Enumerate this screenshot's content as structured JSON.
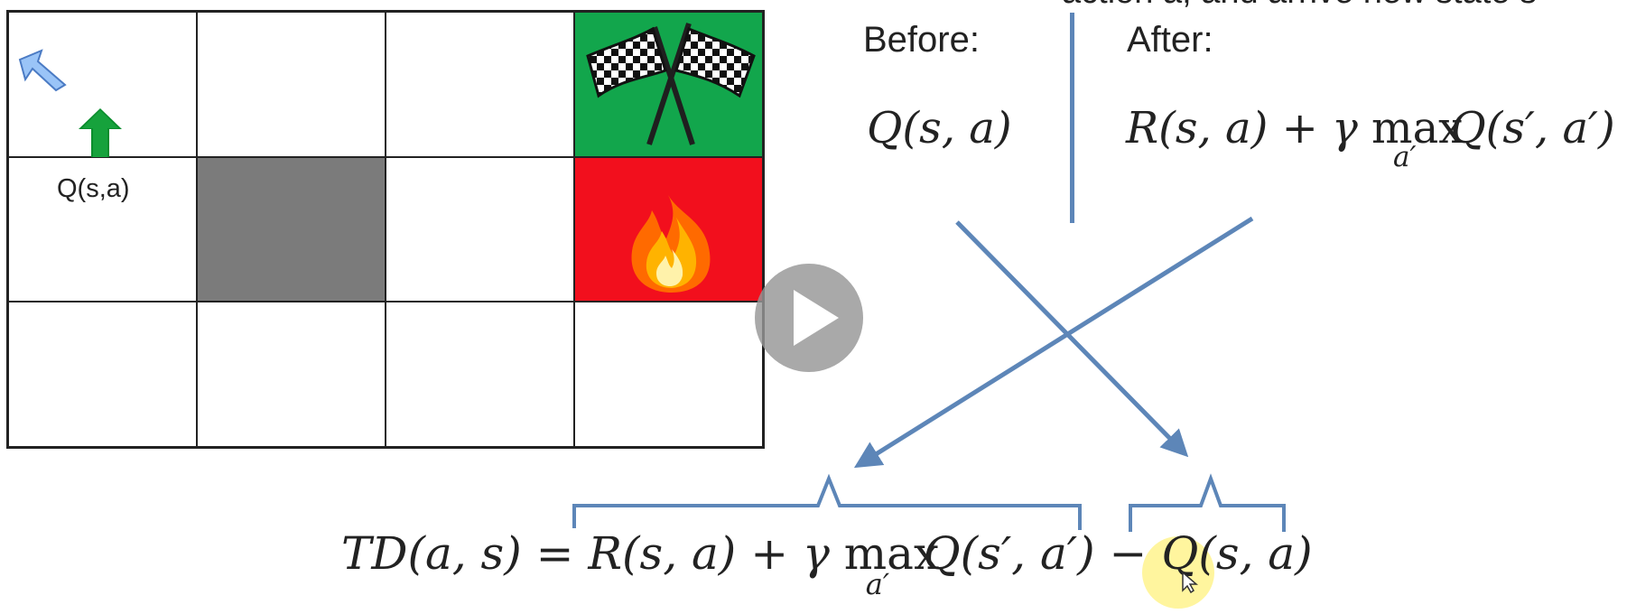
{
  "grid": {
    "q_label": "Q(s,a)"
  },
  "top_cut_text": "action a, and arrive new state s'",
  "comparison": {
    "before": "Before:",
    "after": "After:",
    "before_formula": "Q(s, a)",
    "after_formula_prefix": "R(s, a) + γ ",
    "after_formula_max": "max",
    "after_formula_sub": "a′",
    "after_formula_suffix": "Q(s′, a′)"
  },
  "td_formula": {
    "left": "TD(a, s) = ",
    "middle_prefix": "R(s, a) + γ ",
    "middle_max": "max",
    "middle_sub": "a′",
    "middle_suffix": "Q(s′, a′) − ",
    "right": "Q(s, a)"
  },
  "icons": {
    "agent": "agent-arrow-icon",
    "up": "up-arrow-icon",
    "goal": "checkered-flags-icon",
    "fire": "fire-icon",
    "play": "play-icon"
  }
}
